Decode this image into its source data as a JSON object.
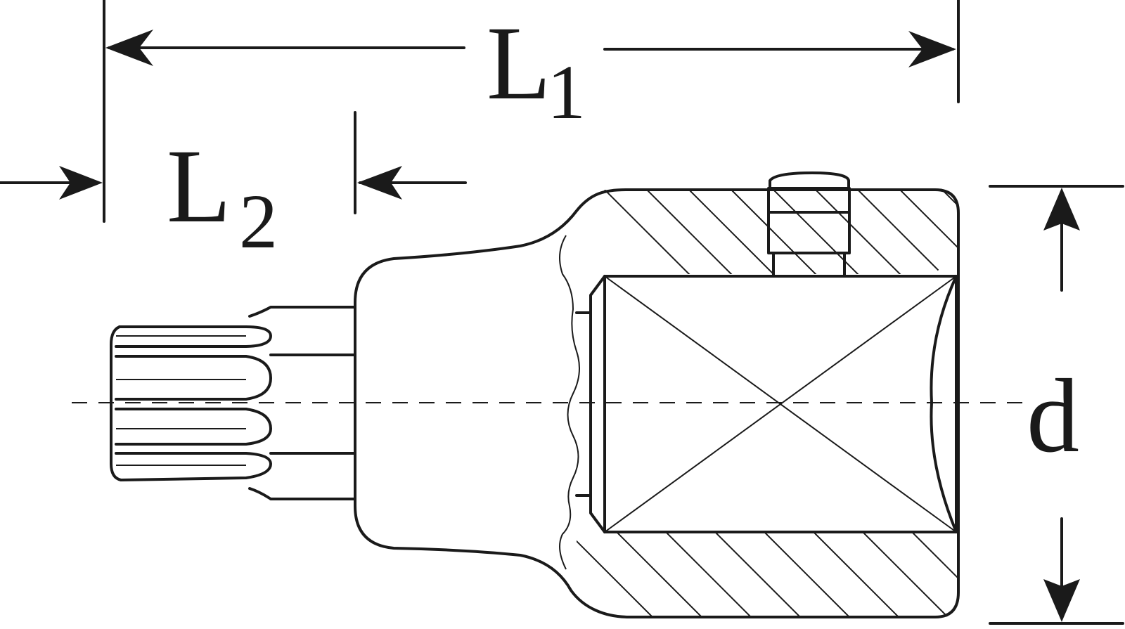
{
  "labels": {
    "L1_main": "L",
    "L1_sub": "1",
    "L2_main": "L",
    "L2_sub": "2",
    "d": "d"
  }
}
